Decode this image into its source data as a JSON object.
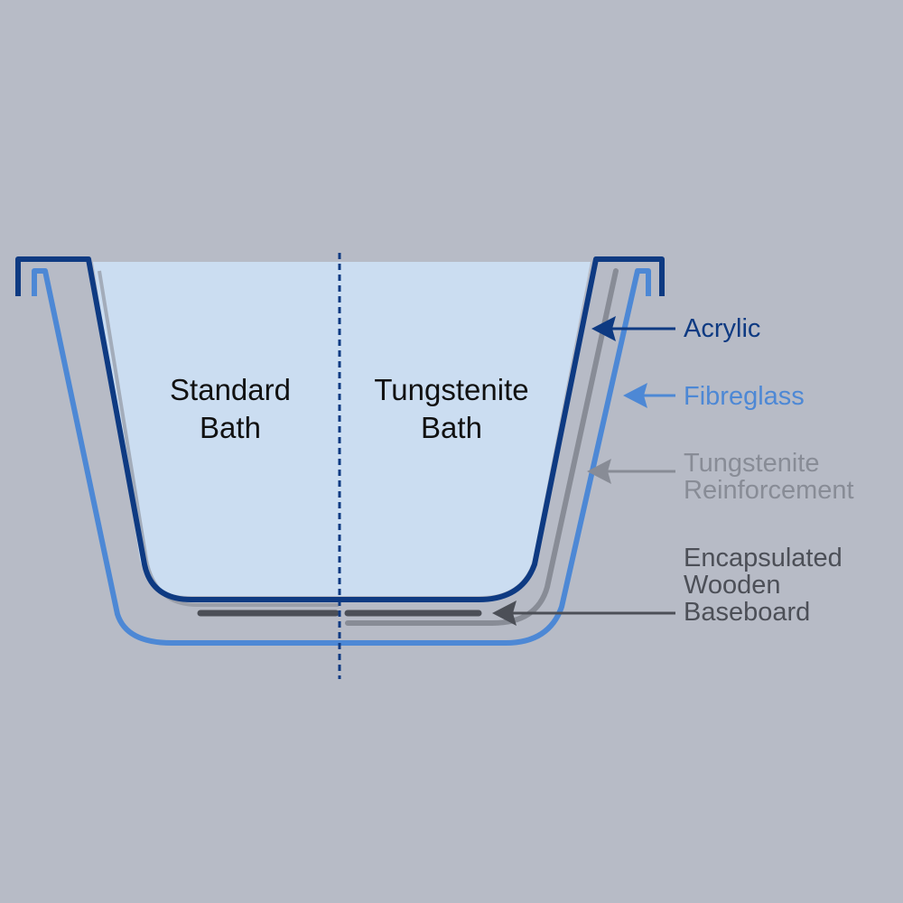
{
  "labels": {
    "standard_bath": [
      "Standard",
      "Bath"
    ],
    "tungstenite_bath": [
      "Tungstenite",
      "Bath"
    ],
    "acrylic": [
      "Acrylic"
    ],
    "fibreglass": [
      "Fibreglass"
    ],
    "reinforcement": [
      "Tungstenite",
      "Reinforcement"
    ],
    "baseboard": [
      "Encapsulated",
      "Wooden",
      "Baseboard"
    ]
  },
  "colors": {
    "background": "#b7bbc6",
    "water": "#cbddf1",
    "acrylic": "#0e3a82",
    "fibreglass": "#4d88d5",
    "reinforcement": "#888c96",
    "baseboard": "#4c4f57",
    "divider": "#0e3a82",
    "bath_text": "#111111"
  }
}
